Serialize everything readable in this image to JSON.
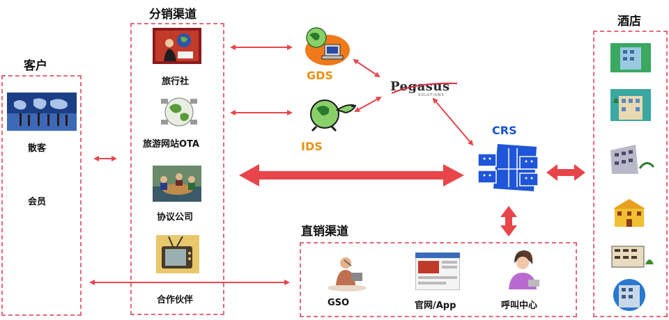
{
  "headings": {
    "customer": "客户",
    "distribution": "分销渠道",
    "hotel": "酒店",
    "direct": "直销渠道"
  },
  "customer_items": [
    "散客",
    "会员"
  ],
  "distribution_items": [
    "旅行社",
    "旅游网站OTA",
    "协议公司",
    "合作伙伴"
  ],
  "systems": {
    "gds": "GDS",
    "ids": "IDS",
    "pegasus": "Pegasus",
    "pegasus_sub": "SOLUTIONS",
    "crs": "CRS"
  },
  "direct_items": [
    "GSO",
    "官网/App",
    "呼叫中心"
  ],
  "colors": {
    "arrow": "#e8454b",
    "box_border": "#e06a7a",
    "system_label": "#e9900f",
    "crs_label": "#1a55c8"
  },
  "icons": [
    "world-map-icon",
    "travel-agent-icon",
    "globe-network-icon",
    "meeting-icon",
    "tv-partner-icon",
    "gds-globe-computer-icon",
    "ids-turtle-globe-icon",
    "crs-network-icon",
    "gso-person-icon",
    "website-icon",
    "call-center-icon",
    "hotel-building-1-icon",
    "hotel-building-2-icon",
    "hotel-building-3-icon",
    "hotel-building-4-icon",
    "hotel-building-5-icon",
    "hotel-building-6-icon"
  ]
}
